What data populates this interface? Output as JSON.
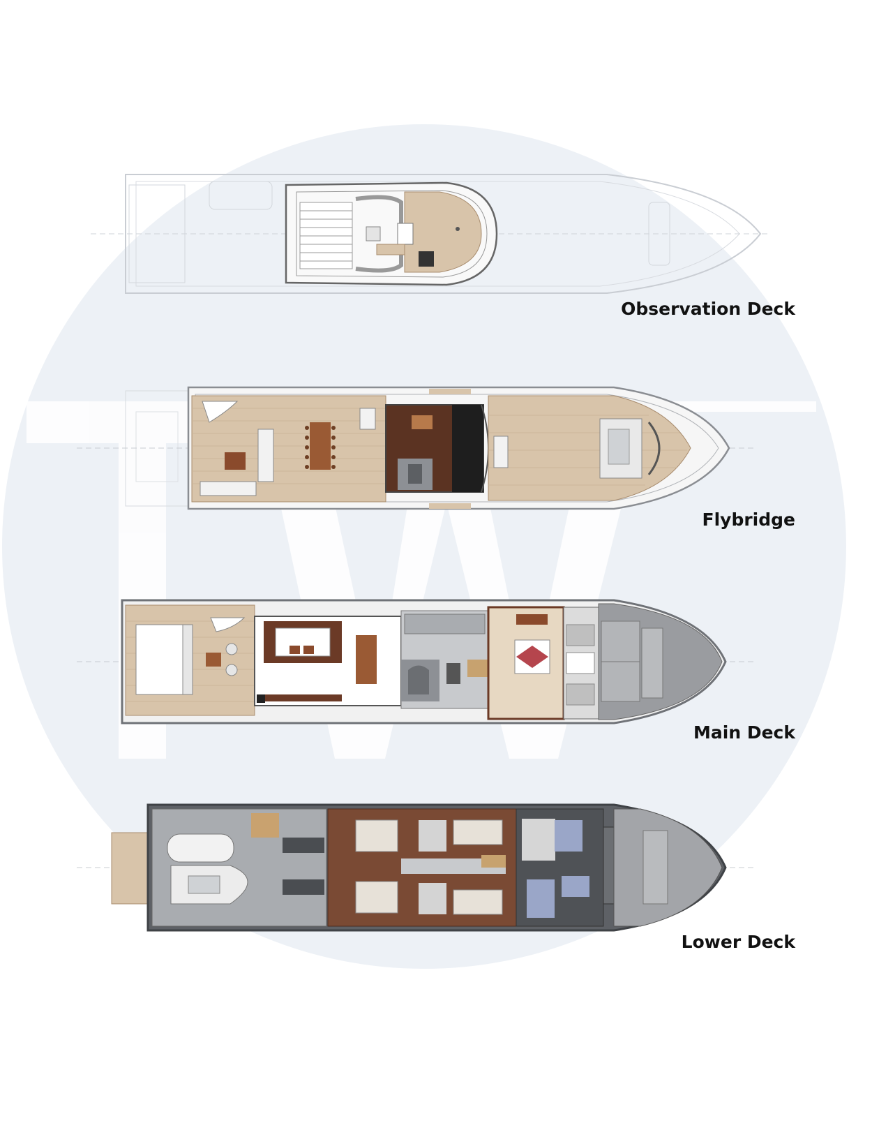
{
  "decks": [
    {
      "id": "observation",
      "label": "Observation Deck"
    },
    {
      "id": "flybridge",
      "label": "Flybridge"
    },
    {
      "id": "main",
      "label": "Main Deck"
    },
    {
      "id": "lower",
      "label": "Lower Deck"
    }
  ],
  "colors": {
    "watermark": "#edf1f6",
    "teak": "#d8c4aa",
    "teak_line": "#c7b294",
    "wood_dark": "#6b3a26",
    "hull_grey": "#8d9095",
    "light_grey": "#c8cacd",
    "floor_grey": "#a9acb0",
    "outline": "#8a8d92",
    "blue_accent": "#9aa6c8"
  }
}
